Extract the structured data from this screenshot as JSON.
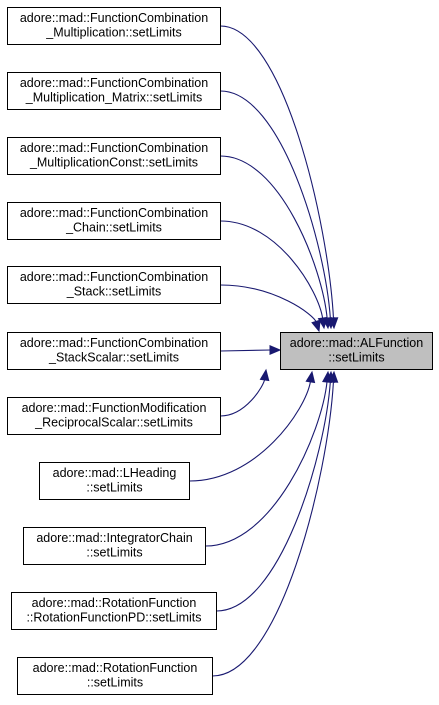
{
  "target": {
    "id": "target",
    "lines": [
      "adore::mad::ALFunction",
      "::setLimits"
    ]
  },
  "callers": [
    {
      "id": "c0",
      "lines": [
        "adore::mad::FunctionCombination",
        "_Multiplication::setLimits"
      ]
    },
    {
      "id": "c1",
      "lines": [
        "adore::mad::FunctionCombination",
        "_Multiplication_Matrix::setLimits"
      ]
    },
    {
      "id": "c2",
      "lines": [
        "adore::mad::FunctionCombination",
        "_MultiplicationConst::setLimits"
      ]
    },
    {
      "id": "c3",
      "lines": [
        "adore::mad::FunctionCombination",
        "_Chain::setLimits"
      ]
    },
    {
      "id": "c4",
      "lines": [
        "adore::mad::FunctionCombination",
        "_Stack::setLimits"
      ]
    },
    {
      "id": "c5",
      "lines": [
        "adore::mad::FunctionCombination",
        "_StackScalar::setLimits"
      ]
    },
    {
      "id": "c6",
      "lines": [
        "adore::mad::FunctionModification",
        "_ReciprocalScalar::setLimits"
      ]
    },
    {
      "id": "c7",
      "lines": [
        "adore::mad::LHeading",
        "::setLimits"
      ]
    },
    {
      "id": "c8",
      "lines": [
        "adore::mad::IntegratorChain",
        "::setLimits"
      ]
    },
    {
      "id": "c9",
      "lines": [
        "adore::mad::RotationFunction",
        "::RotationFunctionPD::setLimits"
      ]
    },
    {
      "id": "c10",
      "lines": [
        "adore::mad::RotationFunction",
        "::setLimits"
      ]
    }
  ],
  "colors": {
    "edge": "#191970",
    "target_fill": "#bfbfbf",
    "node_fill": "#ffffff",
    "node_stroke": "#000000"
  }
}
